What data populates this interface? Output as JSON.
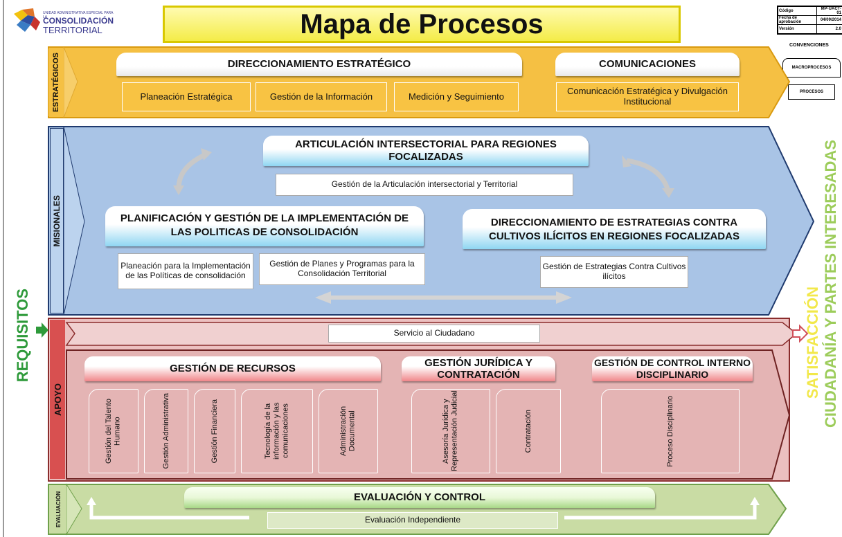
{
  "logo": {
    "line1": "UNIDAD ADMINISTRATIVA ESPECIAL PARA LA",
    "line2": "CONSOLIDACIÓN",
    "line3": "TERRITORIAL"
  },
  "title": "Mapa de Procesos",
  "meta": {
    "rows": [
      {
        "label": "Código",
        "value": "MP-UACT-01"
      },
      {
        "label": "Fecha de aprobación",
        "value": "04/09/2014"
      },
      {
        "label": "Versión",
        "value": "2.0"
      }
    ]
  },
  "conventions": {
    "title": "CONVENCIONES",
    "macro": "MACROPROCESOS",
    "proc": "PROCESOS"
  },
  "left_label": "REQUISITOS",
  "right_label": {
    "line1": "CIUDADANÍA Y PARTES INTERESADAS",
    "line2": "SATISFACCIÓN"
  },
  "strategic": {
    "label": "ESTRATÉGICOS",
    "macro1": "DIRECCIONAMIENTO ESTRATÉGICO",
    "macro2": "COMUNICACIONES",
    "processes": [
      "Planeación Estratégica",
      "Gestión de la Información",
      "Medición y Seguimiento",
      "Comunicación Estratégica y Divulgación Institucional"
    ]
  },
  "misionales": {
    "label": "MISIONALES",
    "top_macro": "ARTICULACIÓN INTERSECTORIAL PARA REGIONES FOCALIZADAS",
    "top_process": "Gestión de la Articulación intersectorial  y Territorial",
    "left_macro": "PLANIFICACIÓN Y GESTIÓN DE LA IMPLEMENTACIÓN DE LAS POLITICAS DE CONSOLIDACIÓN",
    "left_proc1": "Planeación para la Implementación de las Políticas de consolidación",
    "left_proc2": "Gestión de Planes y Programas para la Consolidación Territorial",
    "right_macro": "DIRECCIONAMIENTO DE ESTRATEGIAS  CONTRA CULTIVOS ILÍCITOS EN REGIONES FOCALIZADAS",
    "right_proc": "Gestión  de Estrategias Contra Cultivos ilícitos"
  },
  "servicio": "Servicio al Ciudadano",
  "apoyo": {
    "label": "APOYO",
    "macro1": "GESTIÓN DE RECURSOS",
    "macro2": "GESTIÓN JURÍDICA Y CONTRATACIÓN",
    "macro3": "GESTIÓN DE CONTROL INTERNO DISCIPLINARIO",
    "processes": [
      "Gestión del Talento Humano",
      "Gestión Administrativa",
      "Gestión Financiera",
      "Tecnología de la información y las comunicaciones",
      "Administración Documental",
      "Asesoría Jurídica y Representación Judicial",
      "Contratación",
      "Proceso Disciplinario"
    ]
  },
  "evaluacion": {
    "label": "EVALUACIÓN",
    "macro": "EVALUACIÓN Y CONTROL",
    "process": "Evaluación Independiente"
  },
  "colors": {
    "strategic": "#f5c043",
    "misional": "#a9c4e6",
    "apoyo": "#ecc0c0",
    "evaluacion": "#c9dca4",
    "green_text": "#9ccc5a"
  }
}
